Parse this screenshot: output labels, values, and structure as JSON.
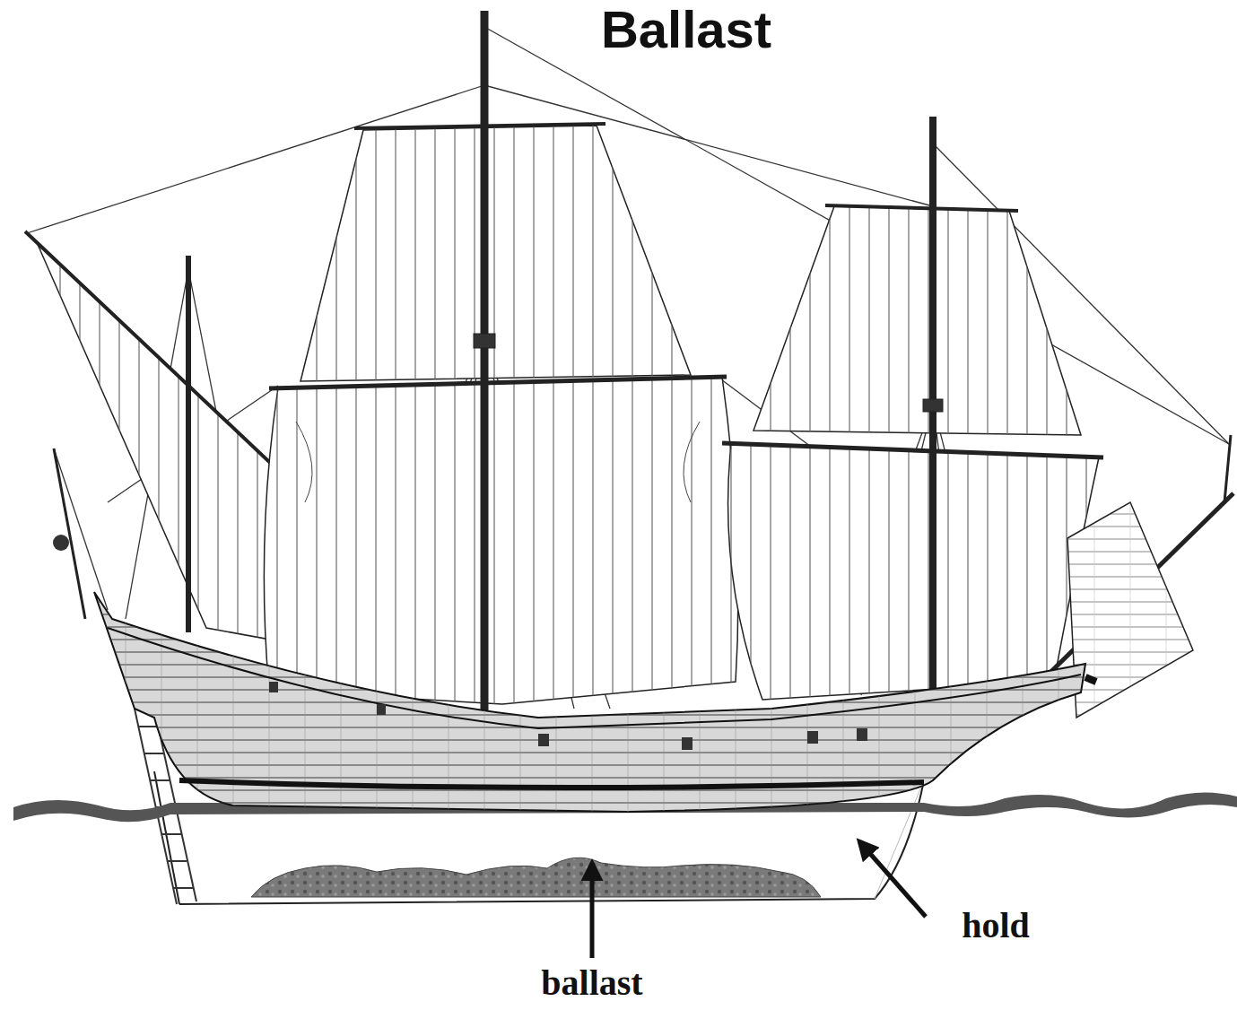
{
  "diagram": {
    "title": "Ballast",
    "labels": [
      "ballast",
      "hold"
    ]
  }
}
